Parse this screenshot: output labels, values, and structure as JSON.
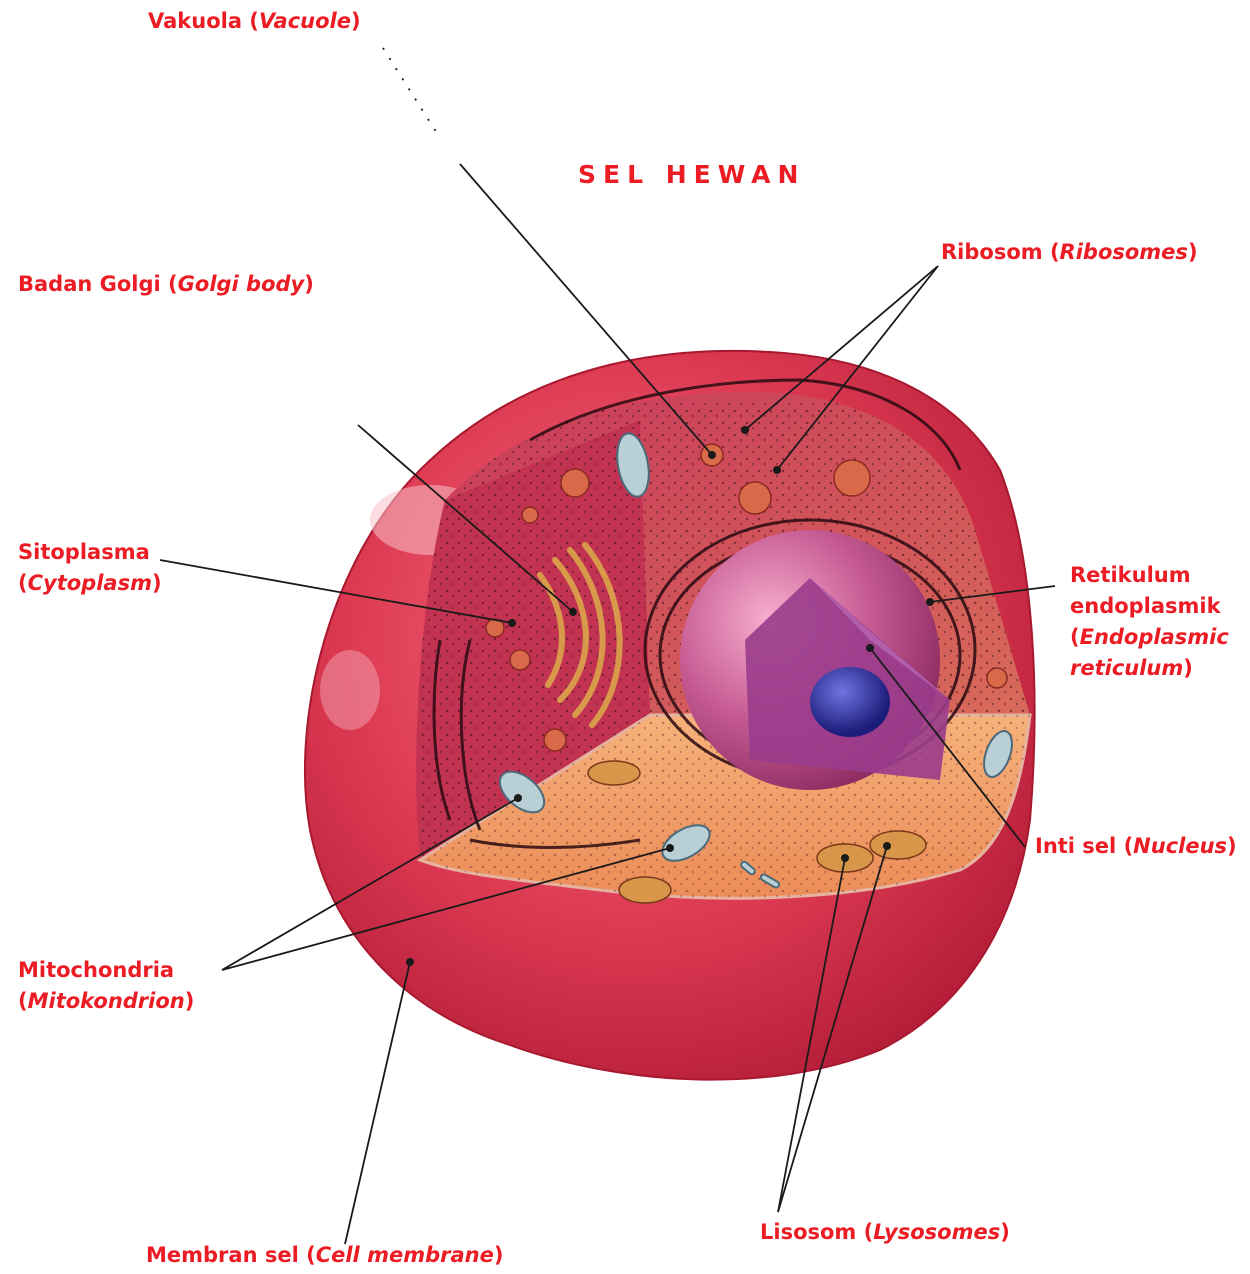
{
  "title": "SEL HEWAN",
  "colors": {
    "label": "#ec1c24",
    "leader_line": "#1a1a1a",
    "cell_membrane": "#d8304a",
    "cytoplasm": "#c8354f",
    "cytoplasm_cut": "#f0a060",
    "nucleus": "#9a3a8a",
    "nucleolus": "#2a2a9a"
  },
  "labels": {
    "vacuole": {
      "main": "Vakuola (",
      "alt": "Vacuole",
      "end": ")"
    },
    "golgi": {
      "main": "Badan Golgi (",
      "alt": "Golgi body",
      "end": ")"
    },
    "ribosome": {
      "main": "Ribosom (",
      "alt": "Ribosomes",
      "end": ")"
    },
    "cytoplasm": {
      "line1": "Sitoplasma",
      "open": "(",
      "alt": "Cytoplasm",
      "end": ")"
    },
    "er": {
      "line1": "Retikulum",
      "line2": "endoplasmik",
      "open": "(",
      "alt1": "Endoplasmic",
      "alt2": "reticulum",
      "end": ")"
    },
    "nucleus": {
      "main": "Inti sel (",
      "alt": "Nucleus",
      "end": ")"
    },
    "mitochondria": {
      "line1": "Mitochondria",
      "open": "(",
      "alt": "Mitokondrion",
      "end": ")"
    },
    "lysosome": {
      "main": "Lisosom (",
      "alt": "Lysosomes",
      "end": ")"
    },
    "membrane": {
      "main": "Membran sel (",
      "alt": "Cell membrane",
      "end": ")"
    }
  }
}
